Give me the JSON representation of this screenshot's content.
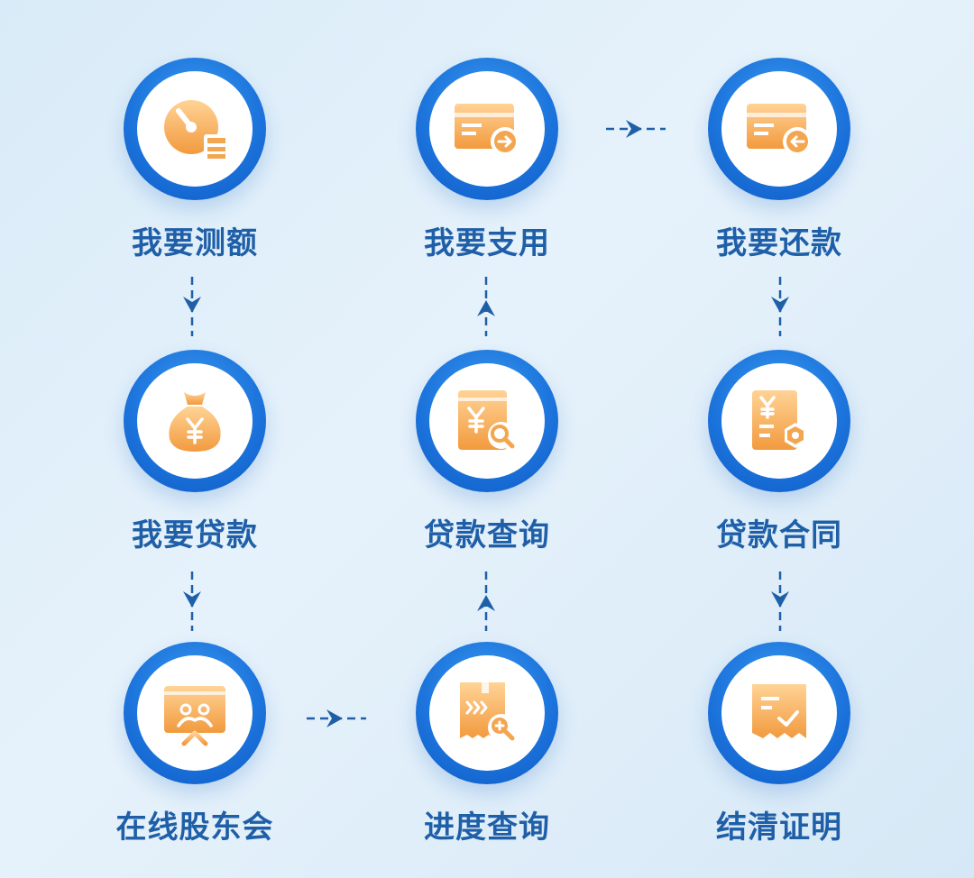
{
  "steps": [
    {
      "label": "我要测额",
      "icon": "gauge-calculator-icon"
    },
    {
      "label": "我要支用",
      "icon": "card-send-icon"
    },
    {
      "label": "我要还款",
      "icon": "card-return-icon"
    },
    {
      "label": "我要贷款",
      "icon": "money-bag-icon"
    },
    {
      "label": "贷款查询",
      "icon": "yuan-search-icon"
    },
    {
      "label": "贷款合同",
      "icon": "contract-seal-icon"
    },
    {
      "label": "在线股东会",
      "icon": "online-meeting-icon"
    },
    {
      "label": "进度查询",
      "icon": "progress-search-icon"
    },
    {
      "label": "结清证明",
      "icon": "receipt-check-icon"
    }
  ],
  "colors": {
    "ring": "#1c74dc",
    "label": "#1f5fa8",
    "arrow": "#1f5fa8",
    "icon_gradient_top": "#ffd396",
    "icon_gradient_bottom": "#f29a3e"
  }
}
